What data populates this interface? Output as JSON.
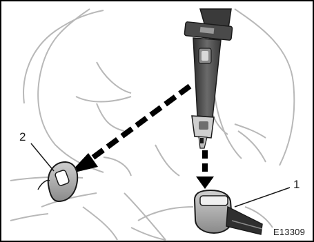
{
  "figure": {
    "callouts": {
      "left": "2",
      "right": "1"
    },
    "code": "E13309",
    "colors": {
      "outline": "#b8b8b8",
      "ink": "#1a1a1a",
      "belt_dark": "#3a3a3a",
      "belt_mid": "#6e6e6e",
      "buckle_fill": "#b0b0b0",
      "frame": "#000000"
    }
  }
}
